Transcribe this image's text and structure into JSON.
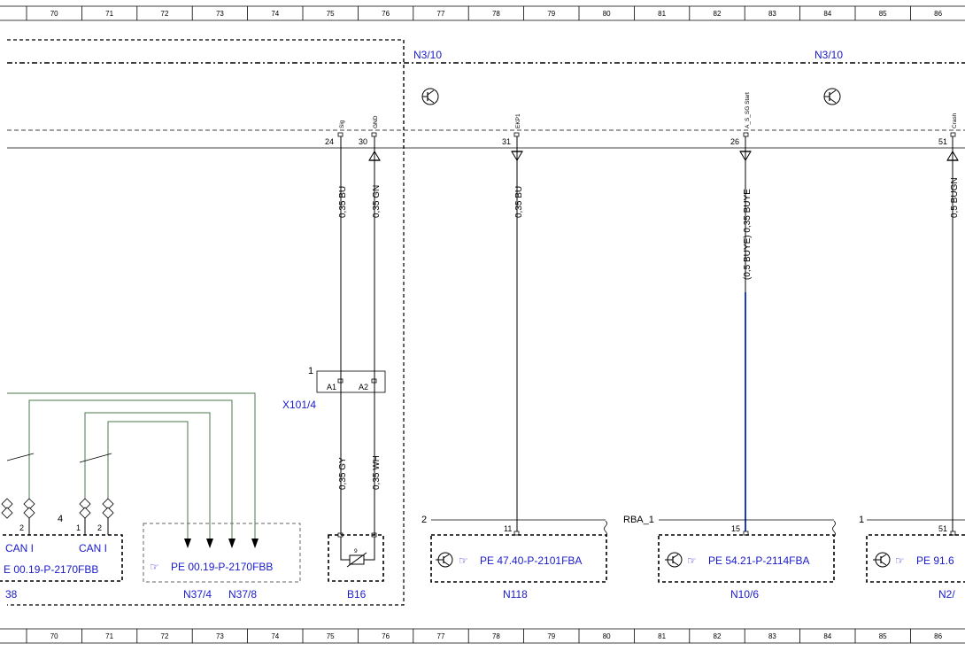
{
  "grid": {
    "columns": [
      "70",
      "71",
      "72",
      "73",
      "74",
      "75",
      "76",
      "77",
      "78",
      "79",
      "80",
      "81",
      "82",
      "83",
      "84",
      "85",
      "86"
    ]
  },
  "modules": {
    "n3_10_left": "N3/10",
    "n3_10_right": "N3/10"
  },
  "pins": [
    {
      "number": "24",
      "signal": "Sig"
    },
    {
      "number": "30",
      "signal": "GND"
    },
    {
      "number": "31",
      "signal": "EKP1"
    },
    {
      "number": "26",
      "signal": "A_S_SG Start"
    },
    {
      "number": "51",
      "signal": "Crash"
    }
  ],
  "wires": {
    "w_sig": "0,35 BU",
    "w_gnd": "0,35 GN",
    "w_ekp": "0,35 BU",
    "w_start": "(0,5 BUYE) 0,35 BUYE",
    "w_crash": "0,5 BUGN",
    "w_gy": "0,35 GY",
    "w_wh": "0,35 WH"
  },
  "connector_x101": {
    "label": "X101/4",
    "pin_count": "1",
    "pin_a1": "A1",
    "pin_a2": "A2"
  },
  "left_components": {
    "can_1": "CAN I",
    "can_2": "CAN I",
    "num_4": "4",
    "pin_2a": "2",
    "pin_1": "1",
    "pin_2b": "2",
    "pe_left": "E 00.19-P-2170FBB",
    "label_left": "38"
  },
  "n37": {
    "pe": "PE 00.19-P-2170FBB",
    "label_a": "N37/4",
    "label_b": "N37/8"
  },
  "b16": {
    "label": "B16",
    "pin": "9"
  },
  "n118": {
    "num": "2",
    "pin": "11",
    "pe": "PE 47.40-P-2101FBA",
    "label": "N118"
  },
  "n10_6": {
    "num": "RBA_1",
    "pin": "15",
    "pe": "PE 54.21-P-2114FBA",
    "label": "N10/6"
  },
  "n2": {
    "num": "1",
    "pin": "51",
    "pe": "PE 91.6",
    "label": "N2/"
  },
  "colors": {
    "wire": "#000000",
    "highlight_wire": "#1a3fbf",
    "green_wire": "#4a7a4a",
    "reference": "#1a1acc"
  }
}
